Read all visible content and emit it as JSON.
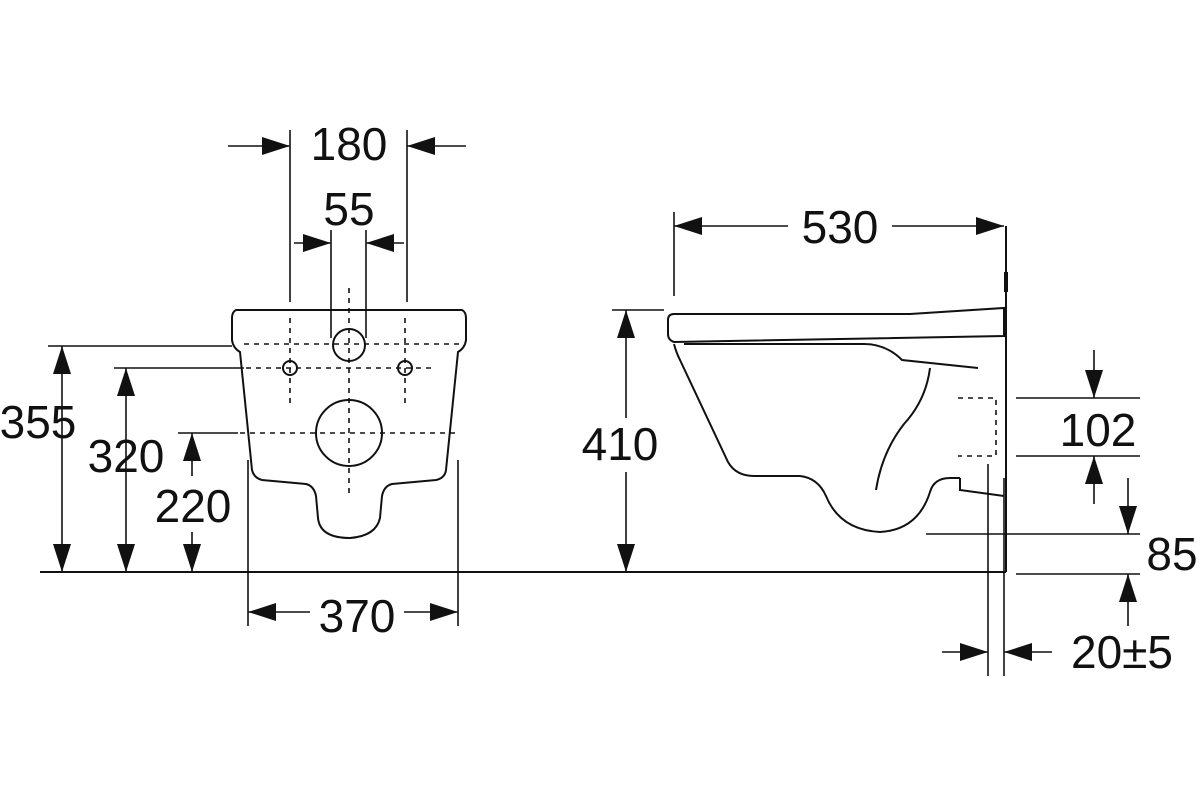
{
  "dimensions": {
    "front_bolt_spacing": "180",
    "front_pipe_spacing": "55",
    "front_height_total": "355",
    "front_height_bolts": "320",
    "front_height_outlet": "220",
    "front_width": "370",
    "side_length": "530",
    "side_height": "410",
    "side_inlet": "102",
    "side_outlet_height": "85",
    "side_wall_gap": "20±5"
  }
}
